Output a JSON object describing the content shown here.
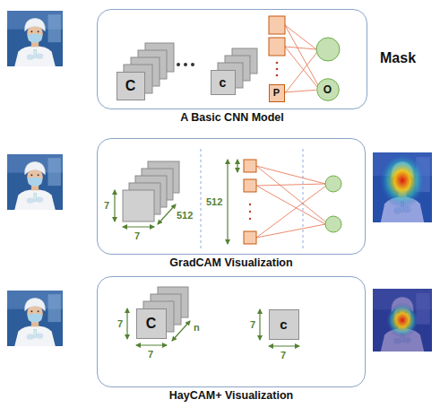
{
  "diagram": {
    "nodes": [
      {
        "text": [
          "A Basic CNN Model"
        ]
      },
      {
        "text": [
          "C"
        ],
        "in": 0
      },
      {
        "text": [
          "c"
        ],
        "in": 0
      },
      {
        "text": [
          "P"
        ],
        "in": 0
      },
      {
        "text": [
          "O"
        ],
        "in": 0
      },
      {
        "text": [
          "GradCAM Visualization"
        ]
      },
      {
        "text": [
          "HayCAM+ Visualization"
        ]
      },
      {
        "text": [
          "C"
        ],
        "in": 6
      },
      {
        "text": [
          "c"
        ],
        "in": 6
      }
    ],
    "edges": [
      {
        "from": 3,
        "to": 4,
        "arrow": "none"
      }
    ],
    "labels": [
      "Mask",
      "7",
      "7",
      "512",
      "512",
      "7",
      "7",
      "n",
      "7",
      "7"
    ]
  }
}
